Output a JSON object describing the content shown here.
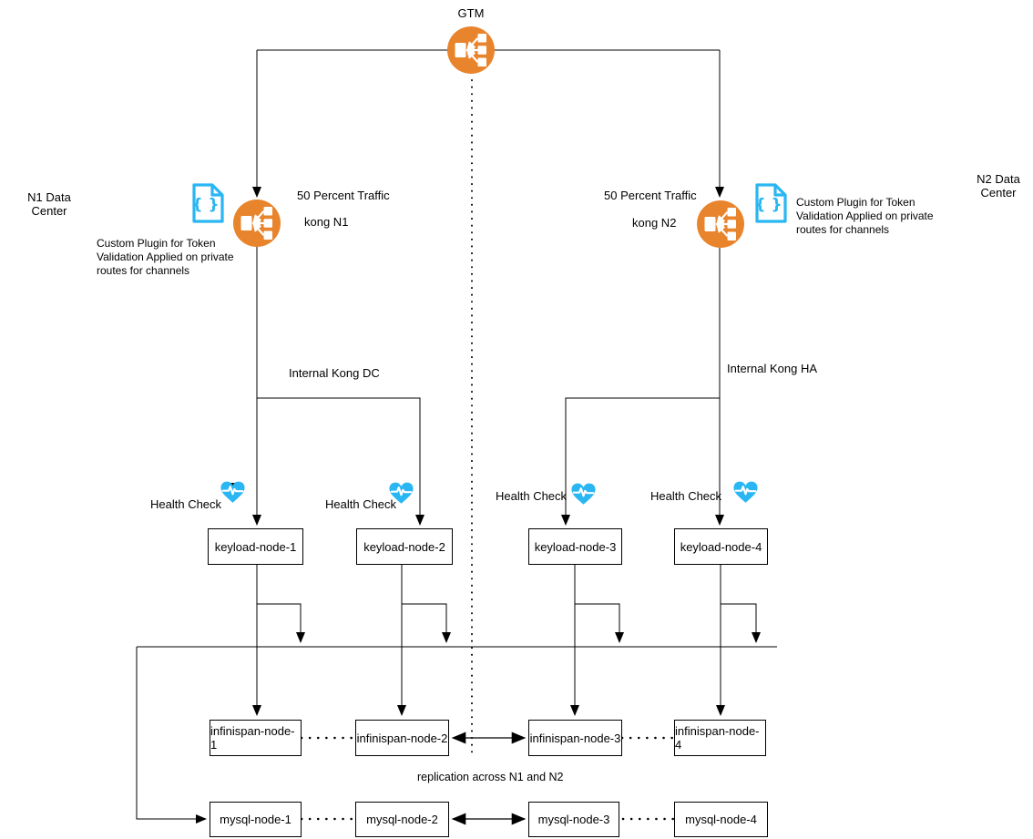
{
  "colors": {
    "icon_orange": "#e8842c",
    "icon_cyan": "#29b6f2",
    "line_black": "#000000",
    "box_fill": "#ffffff"
  },
  "labels": {
    "gtm": "GTM",
    "n1_datacenter": "N1 Data\nCenter",
    "n2_datacenter": "N2 Data\nCenter",
    "traffic_n1": "50 Percent Traffic",
    "traffic_n2": "50 Percent Traffic",
    "kong_n1": "kong N1",
    "kong_n2": "kong N2",
    "plugin_n1": "Custom Plugin for Token Validation Applied on private routes for channels",
    "plugin_n2": "Custom Plugin for Token Validation Applied on private routes for channels",
    "internal_kong_dc": "Internal Kong DC",
    "internal_kong_ha": "Internal Kong HA",
    "health_check_1": "Health Check",
    "health_check_2": "Health Check",
    "health_check_3": "Health Check",
    "health_check_4": "Health Check",
    "replication": "replication across N1 and N2"
  },
  "icons": {
    "gtm": "load-balancer-icon",
    "kong_n1": "load-balancer-icon",
    "kong_n2": "load-balancer-icon",
    "plugin_n1": "json-file-icon",
    "plugin_n2": "json-file-icon",
    "health_check": "heart-pulse-icon"
  },
  "nodes": {
    "keyload": [
      "keyload-node-1",
      "keyload-node-2",
      "keyload-node-3",
      "keyload-node-4"
    ],
    "infinispan": [
      "infinispan-node-1",
      "infinispan-node-2",
      "infinispan-node-3",
      "infinispan-node-4"
    ],
    "mysql": [
      "mysql-node-1",
      "mysql-node-2",
      "mysql-node-3",
      "mysql-node-4"
    ]
  }
}
